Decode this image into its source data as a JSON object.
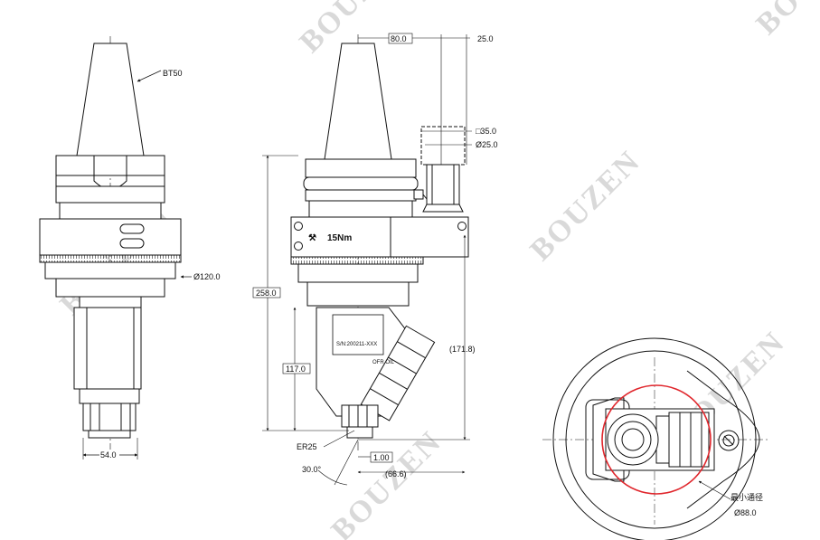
{
  "watermark": "BOUZEN",
  "front_view": {
    "taper_label": "BT50",
    "body_diameter": "Ø120.0",
    "bottom_width": "54.0"
  },
  "side_view": {
    "torque_label": "15Nm",
    "offset_top": "80.0",
    "offset_right": "25.0",
    "square_size": "□35.0",
    "shaft_diameter": "Ø25.0",
    "total_height": "258.0",
    "lower_height": "117.0",
    "right_height": "(171.8)",
    "collet_label": "ER25",
    "small_offset": "1.00",
    "angle": "30.0°",
    "bottom_offset": "(66.6)",
    "serial_label": "S/N:200211-XXX",
    "lube_label": "OFR OIL"
  },
  "bottom_view": {
    "min_pass_label": "最小通径",
    "min_pass_diameter": "Ø88.0"
  }
}
